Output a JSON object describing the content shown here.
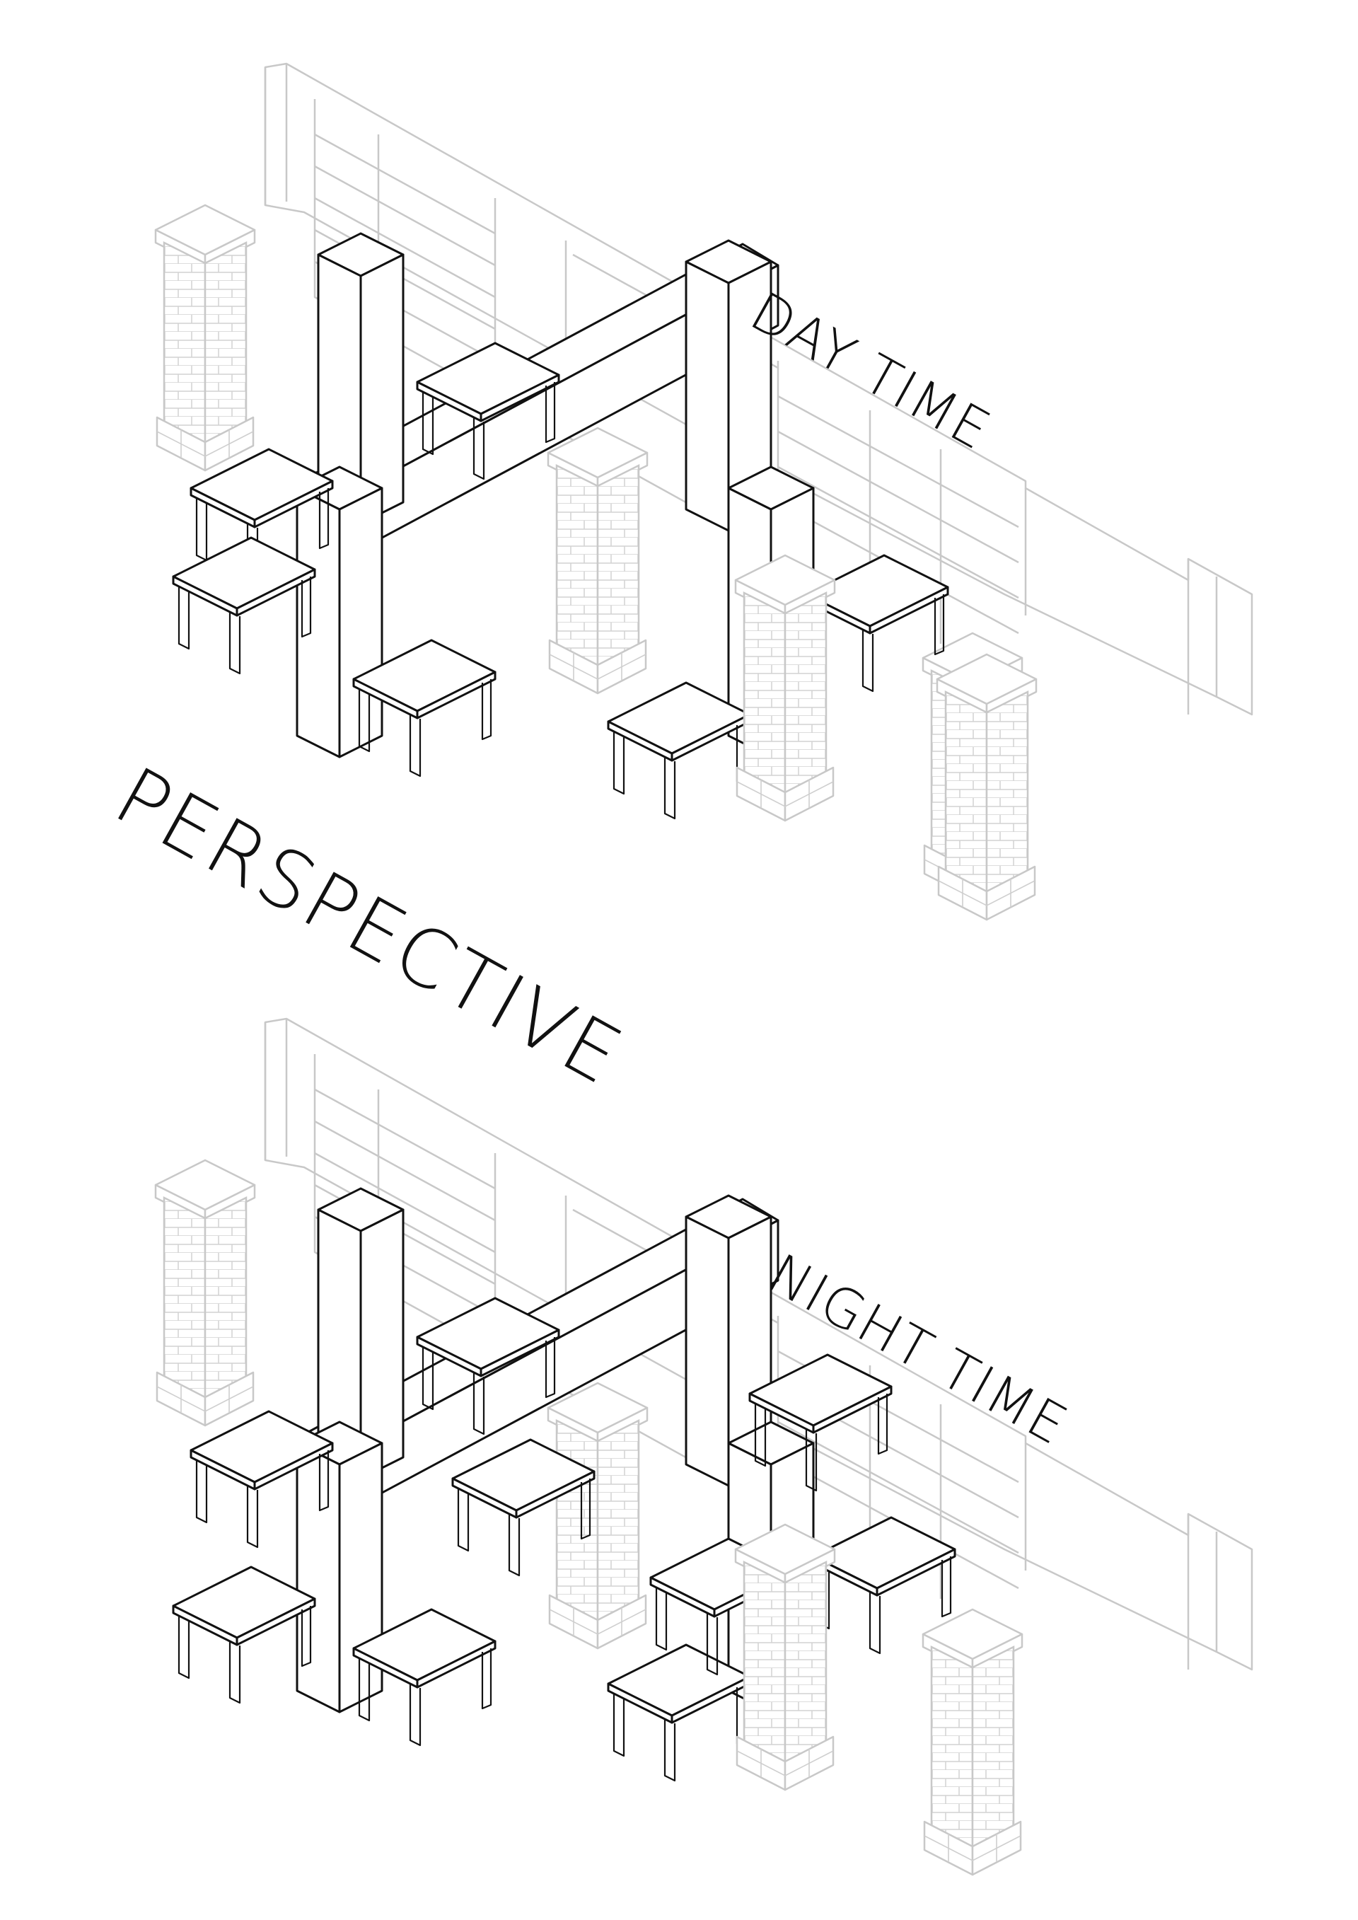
{
  "title": "PERSPECTIVE",
  "views": [
    {
      "id": "day",
      "label": "DAY TIME"
    },
    {
      "id": "night",
      "label": "NIGHT TIME"
    }
  ],
  "colors": {
    "ink": "#111111",
    "ghost": "#c8c8c8",
    "background": "#ffffff"
  }
}
